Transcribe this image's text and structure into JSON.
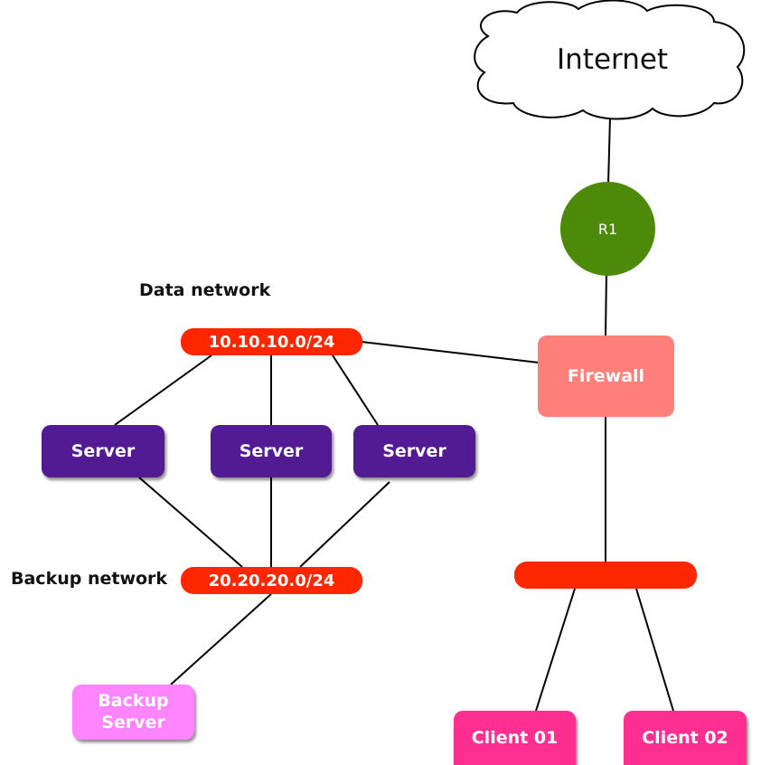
{
  "internet": {
    "label": "Internet"
  },
  "router": {
    "label": "R1",
    "color": "#4e8a0a"
  },
  "firewall": {
    "label": "Firewall",
    "color": "#ff7f7a"
  },
  "data_network": {
    "title": "Data network",
    "subnet": "10.10.10.0/24",
    "color": "#ff2600"
  },
  "backup_network": {
    "title": "Backup network",
    "subnet": "20.20.20.0/24",
    "color": "#ff2600"
  },
  "client_network": {
    "subnet": "",
    "color": "#ff2600"
  },
  "servers": [
    {
      "label": "Server"
    },
    {
      "label": "Server"
    },
    {
      "label": "Server"
    }
  ],
  "server_color": "#531b93",
  "backup_server": {
    "label": "Backup Server",
    "color": "#ff85ff"
  },
  "clients": [
    {
      "label": "Client 01"
    },
    {
      "label": "Client 02"
    }
  ],
  "client_color": "#ff2f92"
}
